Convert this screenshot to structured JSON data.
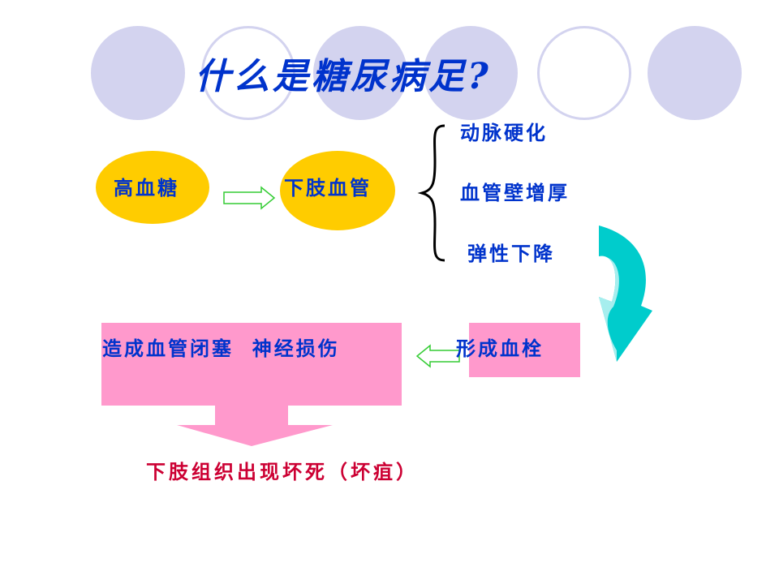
{
  "title": "什么是糖尿病足?",
  "nodes": {
    "high_sugar": "高血糖",
    "lower_limb_vessels": "下肢血管",
    "effect_1": "动脉硬化",
    "effect_2": "血管壁增厚",
    "effect_3": "弹性下降",
    "thrombus": "形成血栓",
    "consequence": "造成血管闭塞  神经损伤",
    "result": "下肢组织出现坏死（坏疽）"
  },
  "colors": {
    "title": "#0033cc",
    "node_text": "#0033cc",
    "ellipse_fill": "#ffcc00",
    "pink_fill": "#ff99cc",
    "result_text": "#cc0033",
    "outline_arrow": "#33cc33",
    "curved_arrow": "#00cccc",
    "deco_circle": "#d3d3ef"
  },
  "icons": {
    "outline_arrow": "hollow-right-arrow",
    "curved_arrow": "curved-down-left-arrow",
    "brace": "left-curly-brace"
  }
}
